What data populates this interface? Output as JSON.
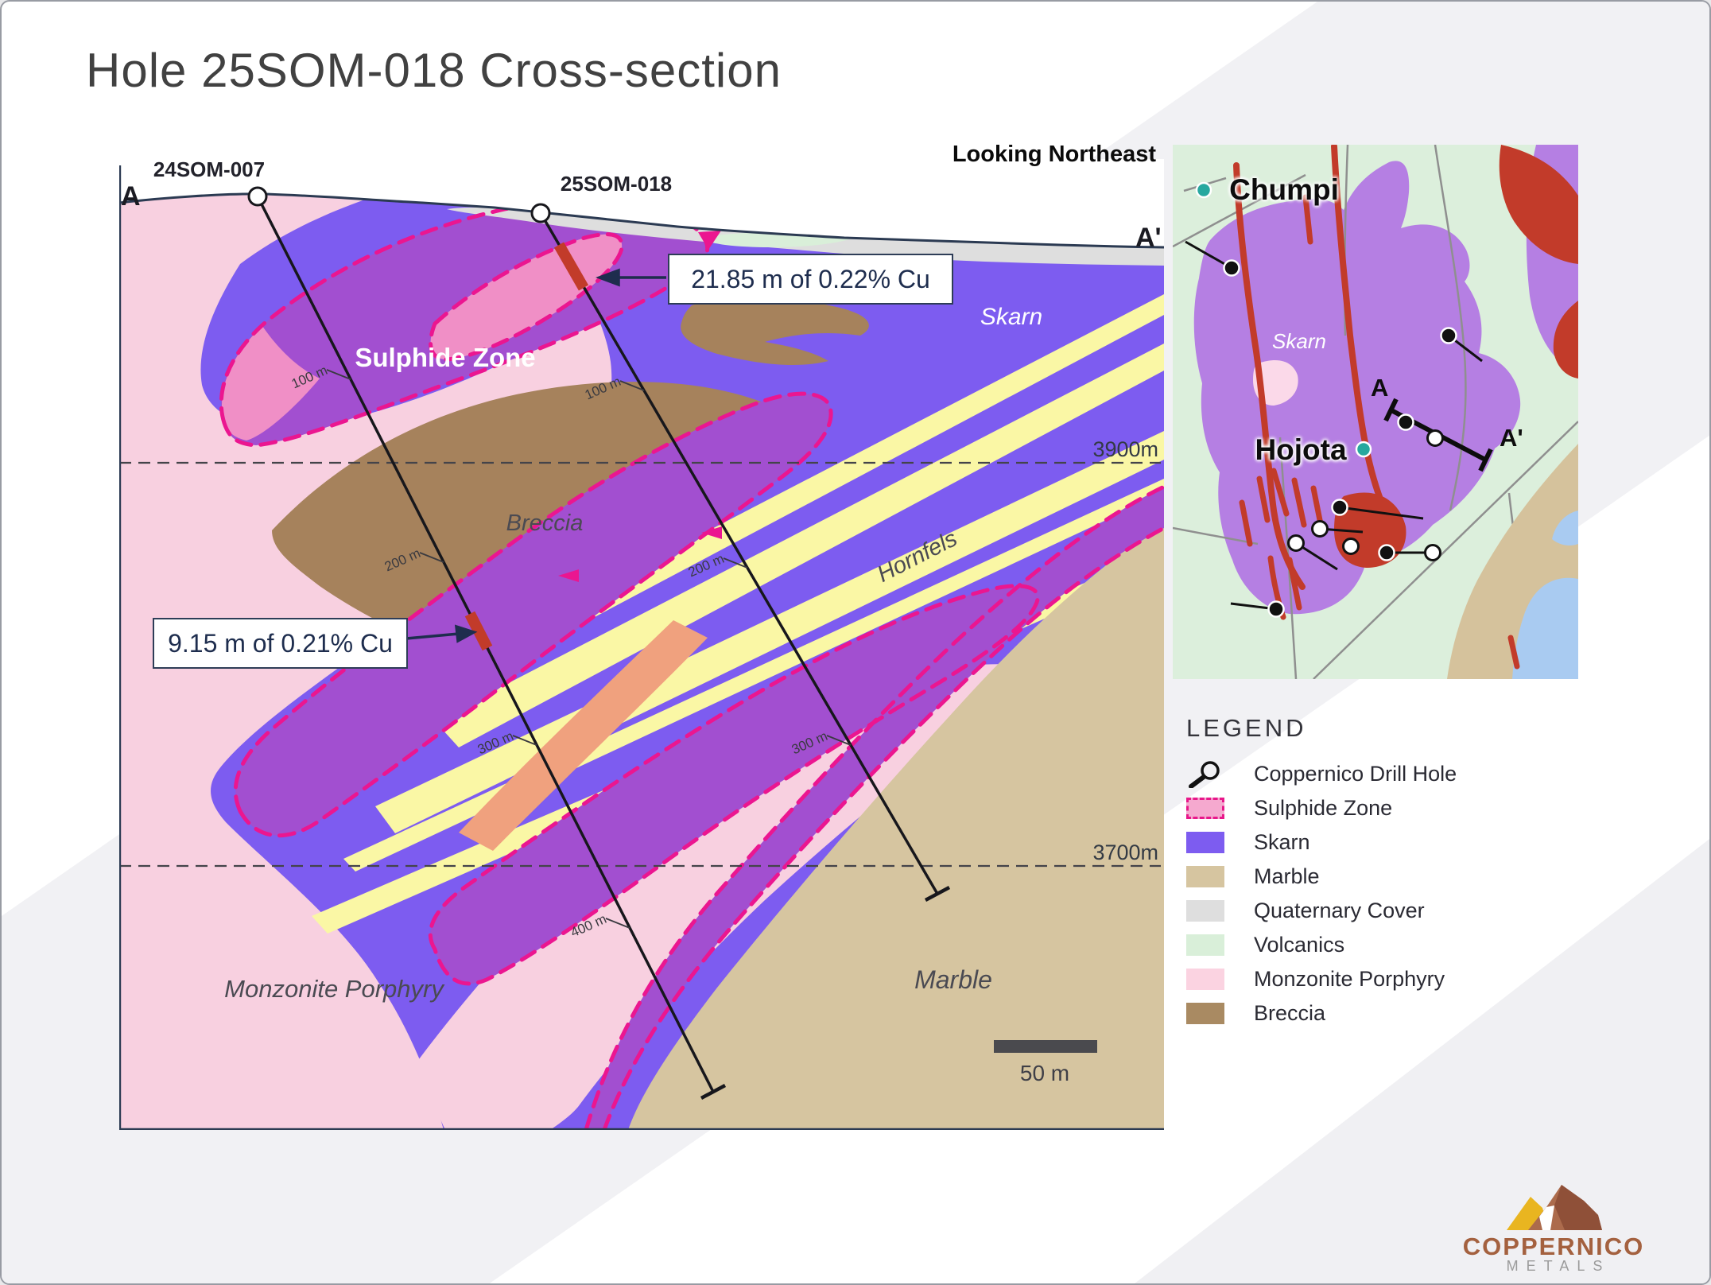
{
  "page": {
    "title": "Hole 25SOM-018 Cross-section",
    "view_direction": "Looking Northeast"
  },
  "section": {
    "start_label": "A",
    "end_label": "A'",
    "drill_holes": [
      {
        "name": "24SOM-007",
        "depth_ticks": [
          "100 m",
          "200 m",
          "300 m",
          "400 m"
        ]
      },
      {
        "name": "25SOM-018",
        "depth_ticks": [
          "100 m",
          "200 m",
          "300 m"
        ]
      }
    ],
    "annotations": [
      {
        "text": "21.85 m of 0.22% Cu"
      },
      {
        "text": "9.15 m of 0.21% Cu"
      }
    ],
    "elevation_labels": [
      "3900m",
      "3700m"
    ],
    "unit_labels": {
      "sulphide_zone": "Sulphide Zone",
      "skarn": "Skarn",
      "breccia": "Breccia",
      "hornfels": "Hornfels",
      "marble": "Marble",
      "monzonite_porphyry": "Monzonite Porphyry"
    },
    "scale_label": "50 m"
  },
  "inset_map": {
    "locations": [
      {
        "name": "Chumpi"
      },
      {
        "name": "Hojota"
      }
    ],
    "area_label": "Skarn",
    "section_start": "A",
    "section_end": "A'"
  },
  "legend": {
    "title": "LEGEND",
    "items": [
      {
        "label": "Coppernico Drill Hole",
        "type": "drill-hole"
      },
      {
        "label": "Sulphide Zone",
        "color": "#F5A9CF"
      },
      {
        "label": "Skarn",
        "color": "#7D5CF0"
      },
      {
        "label": "Marble",
        "color": "#D6C5A0"
      },
      {
        "label": "Quaternary Cover",
        "color": "#DEDEDE"
      },
      {
        "label": "Volcanics",
        "color": "#D9EFD9"
      },
      {
        "label": "Monzonite Porphyry",
        "color": "#FBD3E1"
      },
      {
        "label": "Breccia",
        "color": "#A98A62"
      }
    ]
  },
  "logo": {
    "company": "COPPERNICO",
    "division": "METALS"
  },
  "colors": {
    "monzonite_porphyry": "#F8D0E0",
    "skarn": "#7D5CF0",
    "sulphide_fill_purple": "#A24FD0",
    "sulphide_fill_pink": "#F08FC6",
    "sulphide_dash": "#EB1690",
    "hornfels_yellow": "#FAF7A5",
    "breccia_brown": "#A6825C",
    "marble_tan": "#D6C5A0",
    "quaternary_gray": "#DEDEDE",
    "volcanics_green": "#D9EFD9",
    "intercept_red": "#C23B2A",
    "surface_line": "#2B3A52",
    "inset_skarn_purple": "#B57FE3",
    "town_dot_teal": "#27A89F"
  }
}
